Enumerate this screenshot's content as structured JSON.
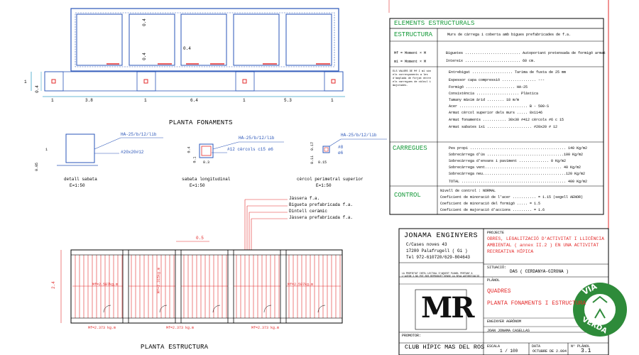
{
  "foundations": {
    "title": "PLANTA FONAMENTS",
    "dims": [
      "1",
      "3.8",
      "1",
      "6.4",
      "1",
      "5.3",
      "1"
    ],
    "side_dims": [
      "1",
      "0.4"
    ],
    "inner_dims": [
      "0.4",
      "0.4",
      "0.4"
    ]
  },
  "details": {
    "footing": {
      "label": "detall sabata",
      "scale": "E=1:50",
      "rebar1": "HA-25/b/12/lib",
      "rebar2": "#20x20#12",
      "dim": "0.05",
      "dim2": "1"
    },
    "beam": {
      "label": "sabata longitudinal",
      "scale": "E=1:50",
      "rebar1": "HA-25/b/12/lib",
      "rebar2": "#12  cèrcols c15 ø6",
      "dims": [
        "0.4",
        "0.1",
        "0.3"
      ]
    },
    "perimeter": {
      "label": "cèrcol perimetral superior",
      "scale": "E=1:50",
      "rebar1": "HA-25/b/12/lib",
      "rebar2": "#8",
      "rebar3": "ø6",
      "dims": [
        "0.17",
        "0.11",
        "0.15"
      ]
    }
  },
  "structure": {
    "title": "PLANTA ESTRUCTURA",
    "callouts": [
      "Jàssera f.a.",
      "Bigueta prefabricada f.a.",
      "Dintell ceràmic",
      "Jàssera prefabricada f.a."
    ],
    "dim_top": "0.5",
    "dim_side": "2.4",
    "moments": [
      "Mf=2.373  kg.m",
      "Mf=2.373  kg.m",
      "Mf=2.373  kg.m"
    ],
    "span_moments": [
      "Mf=2.597kg.m",
      "Mf=2.315kg.m",
      "Mf=2.597kg.m"
    ]
  },
  "elements": {
    "title": "ELEMENTS ESTRUCTURALS",
    "structure_label": "ESTRUCTURA",
    "structure_desc": "Murs de càrrega i coberta amb bigues prefabricades de f.a.",
    "formulas": [
      "Mf  =  Moment  ×  M",
      "m1  =  Moment  ×  M"
    ],
    "formula_right": [
      "Biguetes .......................... Autoportant pretensada de formigó armat",
      "Intereix .......................... 60  cm."
    ],
    "note": "ELS VALORS DE Mf I m1 són els corresponents a les d'amplada de forjat entre els carregues de càlcul i majorades.",
    "specs": [
      "Entrebigat ................... Tarima de fusta de 25 mm",
      "Espessor capa compressió ................ ---",
      "Formigó .......................  HA-25",
      "Consistència .................... Plàstica",
      "Tamany màxim àrid ........ 18 m/m",
      "Acer ................................ B - 500-S",
      "Armat cèrcol superior dels murs ..... 8x1146",
      "Armat fonaments ........... 30x30 #412 cèrcols #6 c 15",
      "Armat sabates 1x1 ..................... #20x20 # 12"
    ],
    "loads_label": "CARREGUES",
    "loads": [
      "Pes propi ............................................. 140 Kg/m2",
      "Sobrecàrrega d'ús ....................................100 Kg/m2",
      "Sobrecàrrega d'envans i paviment .............. 0 Kg/m2",
      "Sobrecàrrega vent.................................... 40 Kg/m2",
      "Sobrecàrrega neu.......................................120 Kg/m2",
      "TOTAL ................................................. 400 Kg/m2"
    ],
    "control_label": "CONTROL",
    "control": [
      "Nivell de control :  NORMAL",
      "Coeficient de minoració de l'acer ........... = 1.15  (segell AENOR)",
      "Coeficient de minoració del formigó ..... = 1.5",
      "Coeficient de majoració d'accions ......... = 1.6"
    ]
  },
  "titleblock": {
    "company": "JONAMA ENGINYERS",
    "address": [
      "C/Cases noves 43",
      "17200  Palafrugell  ( Gi )",
      "Tel  972-610720/629-804643"
    ],
    "project_label": "PROJECTE",
    "project": [
      "OBRES, LEGALITZACIÓ D'ACTIVITAT I LLICÈNCIA",
      "AMBIENTAL  ( annex II.2 )  EN  UNA  ACTIVITAT",
      "RECREATIVA HÍPICA"
    ],
    "location_label": "SITUACIÓ:",
    "location": "DAS  ( CERDANYA-GIRONA )",
    "plan_label": "PLÀNOL",
    "plan": [
      "QUADRES",
      "PLANTA  FONAMENTS  I  ESTRUCTURA"
    ],
    "engineer_label": "ENGINYER AGRÒNOM",
    "engineer": "JOAN JONAMA CASELLAS",
    "logo": "MR",
    "promoter_label": "PROMOTOR:",
    "promoter": "CLUB HÍPIC MAS DEL ROS",
    "scale_label": "ESCALA",
    "scale": "1  /  100",
    "date_label": "DATA",
    "date": "OCTUBRE DE 2.004",
    "sheet_label": "Nº PLÀNOL",
    "sheet": "3.1",
    "stamp": [
      "VIA",
      "VERDA"
    ],
    "small_note": "LA PROPIETAT INTEL·LECTUAL D'AQUEST PLÀNOL PERTANY A L'AUTOR I NO POT SER REPRODUÏT SENSE LA SEVA AUTORITZACIÓ"
  },
  "colors": {
    "red": "#e32a2a",
    "blue": "#2a55b8",
    "green": "#169a3a",
    "cyan": "#3aa3c8",
    "stamp": "#2e8b3a"
  }
}
